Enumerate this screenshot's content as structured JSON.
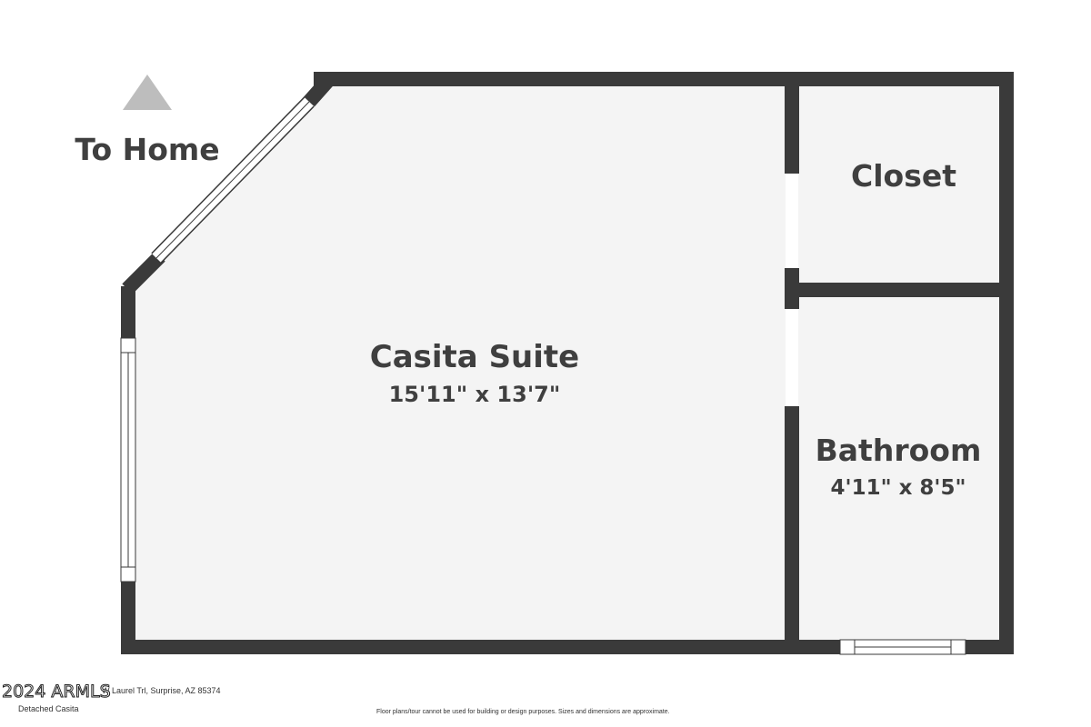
{
  "orientation": {
    "label": "To Home",
    "arrow_icon": "triangle-up-icon"
  },
  "rooms": {
    "casita": {
      "name": "Casita Suite",
      "dims": "15'11\" x 13'7\""
    },
    "closet": {
      "name": "Closet"
    },
    "bathroom": {
      "name": "Bathroom",
      "dims": "4'11\" x 8'5\""
    }
  },
  "footer": {
    "address": "W Laurel Trl, Surprise, AZ 85374",
    "building": "Detached Casita",
    "disclaimer": "Floor plans/tour cannot be used for building or design purposes. Sizes and dimensions are approximate.",
    "watermark": "2024 ARMLS"
  },
  "colors": {
    "wall": "#3a3a3a",
    "floor": "#f4f4f4",
    "arrow": "#bdbdbd",
    "label": "#3f3f3f"
  }
}
